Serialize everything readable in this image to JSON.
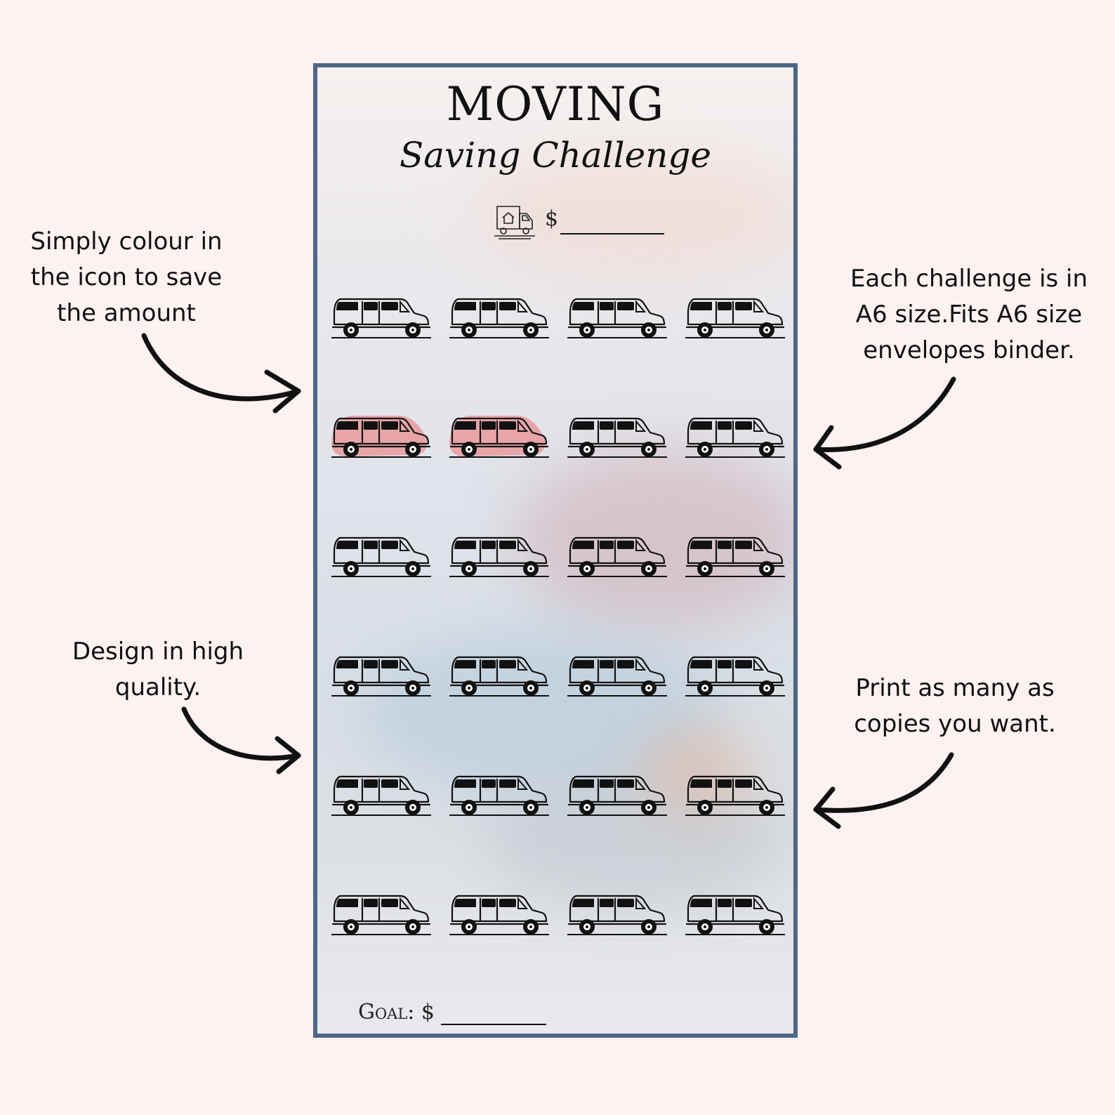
{
  "notes": {
    "top_left": [
      "Simply colour in",
      "the icon to save",
      "the amount"
    ],
    "top_right": [
      "Each challenge is in",
      "A6 size.Fits A6 size",
      "envelopes binder."
    ],
    "bottom_left": [
      "Design in high",
      "quality."
    ],
    "bottom_right": [
      "Print as many as",
      "copies you want."
    ]
  },
  "card": {
    "title": "MOVING",
    "subtitle": "Saving Challenge",
    "amount_prefix": "$",
    "goal_label": "Goal: $",
    "icon": "moving-truck-icon"
  },
  "grid": {
    "rows": 6,
    "columns": 4,
    "colored": [
      4,
      5
    ],
    "icon": "car-icon"
  },
  "colors": {
    "background": "#fdf1f1",
    "card_border": "#4f6784",
    "colored_fill": "#e89a9c"
  }
}
